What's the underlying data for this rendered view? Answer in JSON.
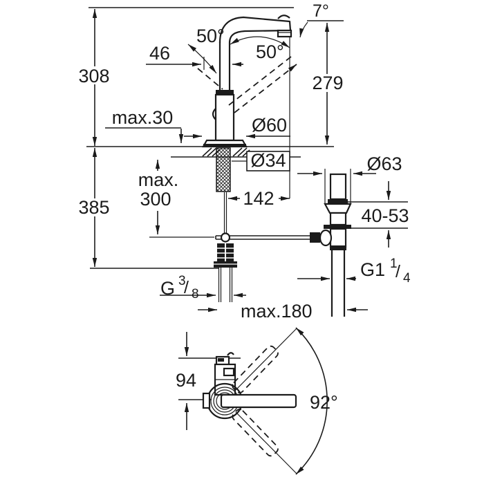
{
  "front_view": {
    "total_height": "308",
    "below_deck_depth": "385",
    "deck_max_thickness": "max.30",
    "rod_max_line1": "max.",
    "rod_max_line2": "300",
    "lever_travel": "46",
    "lever_angle_left": "50°",
    "lever_angle_right": "50°",
    "spout_tip_angle": "7°",
    "spout_height": "279",
    "body_diameter": "Ø60",
    "hole_diameter": "Ø34",
    "spout_reach": "142"
  },
  "drain": {
    "flange_diameter": "Ø63",
    "deck_thickness_range": "40-53",
    "thread": {
      "prefix": "G1",
      "num": "1",
      "slash": "/",
      "den": "4"
    }
  },
  "supply": {
    "thread": {
      "prefix": "G",
      "num": "3",
      "slash": "/",
      "den": "8"
    },
    "max_drain_distance": "max.180"
  },
  "top_view": {
    "depth_to_handle": "94",
    "swivel_angle": "92°"
  }
}
